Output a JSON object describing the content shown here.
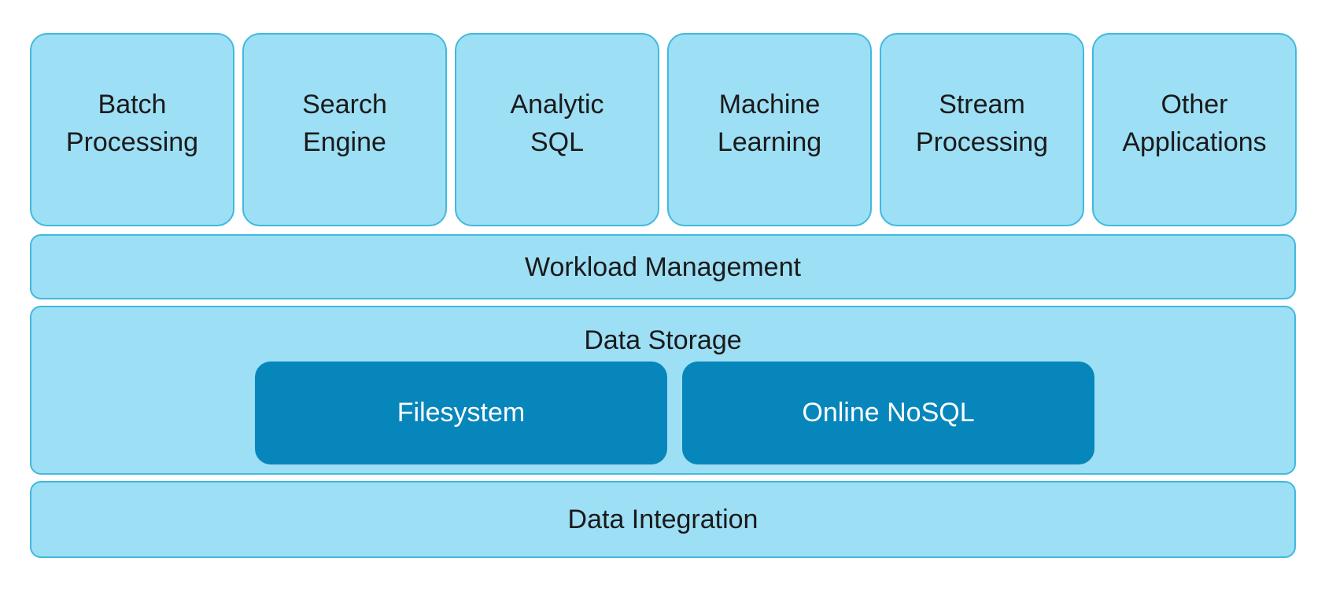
{
  "applications": [
    "Batch\nProcessing",
    "Search\nEngine",
    "Analytic\nSQL",
    "Machine\nLearning",
    "Stream\nProcessing",
    "Other\nApplications"
  ],
  "workload": {
    "label": "Workload Management"
  },
  "storage": {
    "label": "Data Storage",
    "components": [
      "Filesystem",
      "Online NoSQL"
    ]
  },
  "integration": {
    "label": "Data Integration"
  },
  "colors": {
    "light_fill": "#9ddff5",
    "border": "#41b9dd",
    "dark_fill": "#0786bc"
  }
}
